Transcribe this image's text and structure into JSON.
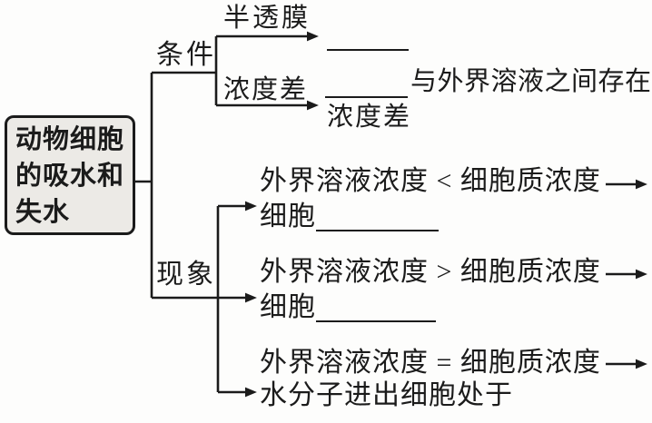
{
  "page": {
    "background_color": "#fdfdfc",
    "ink_color": "#1b1b1b",
    "box_fill_color": "#eceae6"
  },
  "diagram": {
    "root_box": {
      "label": "动物细胞的吸水和失水"
    },
    "conditions": {
      "label": "条件",
      "semi_membrane": {
        "label": "半透膜"
      },
      "conc_diff": {
        "label": "浓度差",
        "text_after_blank": "与外界溶液之间存在",
        "text_wrapped": "浓度差"
      }
    },
    "phenomena": {
      "label": "现象",
      "items": [
        {
          "condition": "外界溶液浓度 < 细胞质浓度",
          "result_prefix": "细胞"
        },
        {
          "condition": "外界溶液浓度 > 细胞质浓度",
          "result_prefix": "细胞"
        },
        {
          "condition": "外界溶液浓度 = 细胞质浓度",
          "result_prefix": "水分子进出细胞处于"
        }
      ]
    }
  }
}
